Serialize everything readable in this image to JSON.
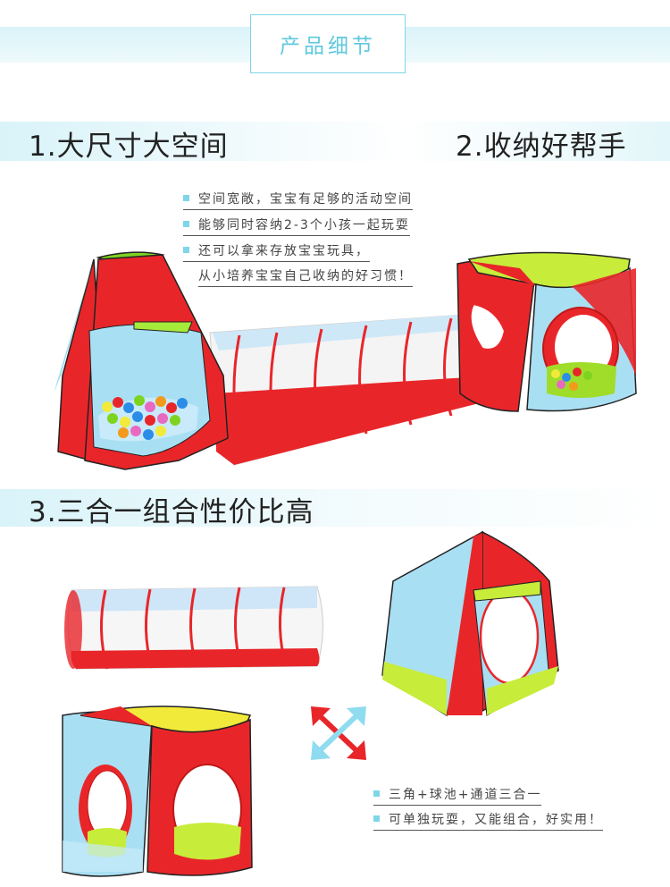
{
  "header": {
    "title": "产品细节"
  },
  "section1": {
    "heading": "1.大尺寸大空间"
  },
  "section2": {
    "heading": "2.收纳好帮手",
    "bullets": [
      "空间宽敞，宝宝有足够的活动空间",
      "能够同时容纳2-3个小孩一起玩耍",
      "还可以拿来存放宝宝玩具，",
      "从小培养宝宝自己收纳的好习惯！"
    ]
  },
  "section3": {
    "heading": "3.三合一组合性价比高",
    "bullets": [
      "三角+球池+通道三合一",
      "可单独玩耍，又能组合，好实用！"
    ]
  },
  "colors": {
    "accent": "#7fd6e8",
    "band": "#e6f7fb",
    "tent_red": "#e8262a",
    "tent_green": "#7ed321",
    "tent_blue": "#9fdcf2",
    "tent_yellow": "#f2ea3a"
  }
}
